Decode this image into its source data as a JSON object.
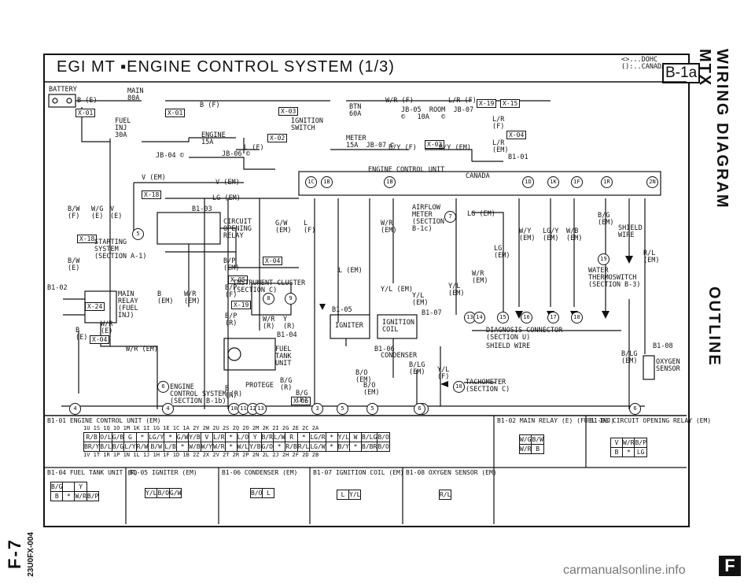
{
  "header": {
    "title": "EGI MT  ▪ENGINE CONTROL SYSTEM (1/3)",
    "notes": "<>...DOHC\n():..CANADA",
    "page_ref": "B-1a"
  },
  "side": {
    "wiring": "WIRING DIAGRAM",
    "mtx": "MTX",
    "outline": "OUTLINE",
    "code": "23U0FX-004",
    "page": "F-7",
    "letter": "F",
    "watermark": "carmanualsonline.info"
  },
  "labels": {
    "battery": "BATTERY",
    "main_fuse": "MAIN\n80A",
    "b_e": "B (E)",
    "b_f": "B (F)",
    "fuel_inj": "FUEL\nINJ\n30A",
    "engine_fuse": "ENGINE\n15A",
    "jb04": "JB-04 ©",
    "jb06": "JB-06 ©",
    "l_f": "L (F)",
    "btn": "BTN\n60A",
    "jb05": "JB-05  ROOM  JB-07\n©   10A   ©",
    "wr_f": "W/R (F)",
    "lr_f": "L/R (F)",
    "ignition": "IGNITION\nSWITCH",
    "meter": "METER\n15A  JB-07 ©",
    "lr_f2": "L/R\n(F)",
    "lr_em": "L/R\n(EM)",
    "by_f": "B/Y (F)",
    "by_em": "B/Y (EM)",
    "b101": "B1-01",
    "ecu": "ENGINE CONTROL UNIT",
    "canada": "CANADA",
    "v_em": "V (EM)",
    "v_em2": "V (EM)",
    "lg_em": "LG (EM)",
    "b103": "B1-03",
    "circuit_relay": "CIRCUIT\nOPENING\nRELAY",
    "bw_f": "B/W\n(F)",
    "wg_e": "W/G\n(E)",
    "v_e": "V\n(E)",
    "starting": "STARTING\nSYSTEM\n(SECTION A-1)",
    "bw_e": "B/W\n(E)",
    "b102": "B1-02",
    "main_relay": "MAIN\nRELAY\n(FUEL\nINJ)",
    "b_em": "B\n(EM)",
    "wr_em": "W/R\n(EM)",
    "wr_em2": "W/R (EM)",
    "b_e2": "B\n(E)",
    "wr_e": "W/R\n(E)",
    "bp_em": "B/P\n(EM)",
    "instrument": "INSTRUMENT CLUSTER\n(SECTION C)",
    "bp_f": "B/P\n(F)",
    "bp_r": "B/P\n(R)",
    "wr_r": "W/R\n(R)",
    "y_r": "Y\n(R)",
    "l_em": "L (EM)",
    "airflow": "AIRFLOW\nMETER\n(SECTION\nB-1c)",
    "lg_em2": "LG (EM)",
    "gw_em": "G/W\n(EM)",
    "l_f2": "L\n(F)",
    "wr_em3": "W/R\n(EM)",
    "yl_em": "Y/L (EM)",
    "yl_em2": "Y/L\n(EM)",
    "b105": "B1-05",
    "b107": "B1-07",
    "igniter": "IGNITER",
    "ign_coil": "IGNITION\nCOIL",
    "b104": "B1-04",
    "fuel_tank": "FUEL\nTANK\nUNIT",
    "b106": "B1-06",
    "condenser": "CONDENSER",
    "wy_em": "W/Y\n(EM)",
    "lgy_em": "LG/Y\n(EM)",
    "wb_em": "W/B\n(EM)",
    "bg_em": "B/G\n(EM)",
    "shield_wire": "SHIELD\nWIRE",
    "rl_em": "R/L\n(EM)",
    "water": "WATER\nTHERMOSWITCH\n(SECTION B-3)",
    "lg_em3": "LG\n(EM)",
    "wr_em4": "W/R\n(EM)",
    "yl_em3": "Y/L\n(EM)",
    "diag": "DIAGNOSIS CONNECTOR\n(SECTION U)",
    "shield_wire2": "SHIELD WIRE",
    "b108": "B1-08",
    "bl_g": "B/LG\n(EM)",
    "oxygen": "OXYGEN\nSENSOR",
    "bo_em": "B/O\n(EM)",
    "bo_em2": "B/O\n(EM)",
    "blg_em": "B/LG\n(EM)",
    "yl_f": "Y/L\n(F)",
    "tacho": "TACHOMETER\n(SECTION C)",
    "protege": "PROTEGE",
    "bg_r": "B/G\n(R)",
    "bg_f": "B/G\n(F)",
    "b_r": "B\n(R)",
    "ecs": "ENGINE\nCONTROL SYSTEM (R)\n(SECTION B-1b)"
  },
  "connector_refs": [
    "X-01",
    "X-01",
    "X-03",
    "X-02",
    "X-03",
    "X-19",
    "X-15",
    "X-04",
    "X-18",
    "X-18",
    "X-24",
    "X-04",
    "X-05",
    "X-19",
    "X-04",
    "X-06"
  ],
  "circles": [
    "1C",
    "1B",
    "1B",
    "1D",
    "1K",
    "1F",
    "1R",
    "2N",
    "5",
    "7",
    "8",
    "9",
    "13",
    "14",
    "15",
    "16",
    "17",
    "18",
    "19",
    "6",
    "6",
    "4",
    "4",
    "3",
    "5",
    "5",
    "6",
    "6",
    "10",
    "11",
    "12",
    "13",
    "10"
  ],
  "connectors": {
    "b101": {
      "title": "B1-01 ENGINE CONTROL UNIT (EM)",
      "top_pins": [
        "1U",
        "1S",
        "1Q",
        "1O",
        "1M",
        "1K",
        "1I",
        "1G",
        "1E",
        "1C",
        "1A",
        "2Y",
        "2W",
        "2U",
        "2S",
        "2Q",
        "2O",
        "2M",
        "2K",
        "2I",
        "2G",
        "2E",
        "2C",
        "2A"
      ],
      "row1": [
        "R/B",
        "O/L",
        "G/B",
        "G",
        "*",
        "LG/Y",
        "*",
        "G/W",
        "Y/B",
        "V",
        "L/R",
        "*",
        "L/O",
        "Y",
        "B/R",
        "L/W",
        "R",
        "*",
        "LG/R",
        "*",
        "Y/L",
        "W",
        "B/LG",
        "B/O"
      ],
      "row2": [
        "BR/Y",
        "B/L",
        "B/G",
        "L/Y",
        "R/W",
        "B/W",
        "L/B",
        "*",
        "W/B",
        "W/Y",
        "W/R",
        "*",
        "W/L",
        "Y/B",
        "G/O",
        "*",
        "R/B",
        "R/L",
        "LG/W",
        "*",
        "B/Y",
        "*",
        "B/BR",
        "B/O"
      ],
      "bot_pins": [
        "1V",
        "1T",
        "1R",
        "1P",
        "1N",
        "1L",
        "1J",
        "1H",
        "1F",
        "1D",
        "1B",
        "2Z",
        "2X",
        "2V",
        "2T",
        "2R",
        "2P",
        "2N",
        "2L",
        "2J",
        "2H",
        "2F",
        "2D",
        "2B"
      ]
    },
    "b102": {
      "title": "B1-02 MAIN RELAY (E)\n(FUEL INJ)",
      "cells": [
        "W/G",
        "B/W",
        "W/R",
        "B",
        "B/W"
      ]
    },
    "b103": {
      "title": "B1-03 CIRCUIT OPENING\nRELAY (EM)",
      "cells": [
        "V",
        "W/R",
        "B/P",
        "B",
        "*",
        "LG"
      ]
    },
    "b104": {
      "title": "B1-04 FUEL TANK UNIT (R)",
      "cells": [
        "B/G",
        "Y",
        "B",
        "*",
        "W/R",
        "B/P"
      ]
    },
    "b105": {
      "title": "B1-05 IGNITER (EM)",
      "cells": [
        "Y/L",
        "B/O",
        "G/W"
      ]
    },
    "b106": {
      "title": "B1-06 CONDENSER (EM)",
      "cells": [
        "B/O",
        "L"
      ]
    },
    "b107": {
      "title": "B1-07 IGNITION COIL (EM)",
      "cells": [
        "L",
        "Y/L"
      ]
    },
    "b108": {
      "title": "B1-08 OXYGEN SENSOR (EM)",
      "cells": [
        "R/L"
      ]
    }
  }
}
